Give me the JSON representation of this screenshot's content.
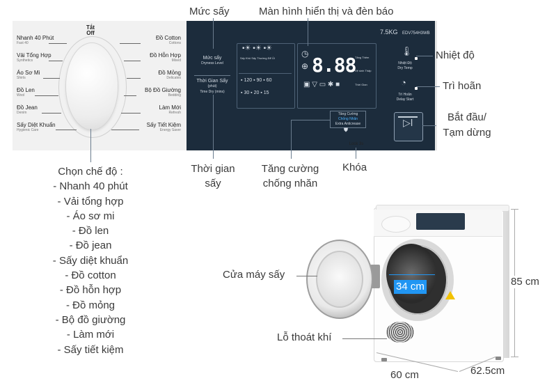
{
  "callouts": {
    "top_left": "Mức sấy",
    "top_right": "Màn hình hiển thị và đèn báo",
    "right_temp": "Nhiệt độ",
    "right_delay": "Trì hoãn",
    "right_start": "Bắt đầu/\nTạm dừng",
    "bottom_time": "Thời gian\nsấy",
    "bottom_anticrease": "Tăng cường\nchống nhăn",
    "bottom_lock": "Khóa"
  },
  "modes_heading": "Chọn chế độ :",
  "modes": [
    "- Nhanh 40 phút",
    "- Vải tổng hợp",
    "- Áo sơ mi",
    "- Đồ len",
    "- Đồ jean",
    "- Sấy diệt khuẩn",
    "- Đồ cotton",
    "- Đồ hỗn hợp",
    "- Đồ mỏng",
    "- Bộ đồ giường",
    "- Làm mới",
    "- Sấy tiết kiệm"
  ],
  "panel": {
    "off_label": "Tắt\nOff",
    "left_programs": [
      {
        "name": "Nhanh 40 Phút",
        "sub": "Fast 40"
      },
      {
        "name": "Vải Tổng Hợp",
        "sub": "Synthetics"
      },
      {
        "name": "Áo Sơ Mi",
        "sub": "Shirts"
      },
      {
        "name": "Đồ Len",
        "sub": "Wool"
      },
      {
        "name": "Đồ Jean",
        "sub": "Denim"
      },
      {
        "name": "Sấy Diệt Khuẩn",
        "sub": "Hygienic Care"
      }
    ],
    "right_programs": [
      {
        "name": "Đồ Cotton",
        "sub": "Cottons"
      },
      {
        "name": "Đồ Hỗn Hợp",
        "sub": "Mixed"
      },
      {
        "name": "Đồ Mỏng",
        "sub": "Delicates"
      },
      {
        "name": "Bộ Đồ Giường",
        "sub": "Bedding"
      },
      {
        "name": "Làm Mới",
        "sub": "Refresh"
      },
      {
        "name": "Sấy Tiết Kiệm",
        "sub": "Energy Saver"
      }
    ],
    "capacity": "7.5KG",
    "model": "EDV754H3WB",
    "dry_level_label": "Mức sấy",
    "dry_level_sub": "Dryness Level",
    "dry_time_label": "Thời Gian Sấy",
    "dry_time_sub1": "(phút)",
    "dry_time_sub2": "Time Dry (mins)",
    "dry_levels": [
      "Sấy Khô",
      "Sấy Thường",
      "Để Ủi"
    ],
    "times_row1": [
      "120",
      "90",
      "60"
    ],
    "times_row2": [
      "30",
      "20",
      "15"
    ],
    "display_digits": "8.88",
    "display_right": [
      "Tăng Thêm",
      "Vệ sinh Thấp",
      "Thời Gian"
    ],
    "temp_label": "Nhiệt Độ",
    "temp_sub": "Dry Temp",
    "delay_label": "Trì Hoãn",
    "delay_sub": "Delay Start",
    "anticrease_label": "Tăng Cường",
    "anticrease_label2": "Chống Nhăn",
    "anticrease_sub": "Extra Anticrease",
    "lock_label": "Lock 3s"
  },
  "dryer": {
    "door_label": "Cửa máy sấy",
    "vent_label": "Lỗ thoát khí",
    "drum_diameter": "34 cm",
    "height": "85 cm",
    "width": "60 cm",
    "depth": "62.5cm"
  },
  "colors": {
    "panel_dark": "#1c2c3c",
    "accent": "#2196f3",
    "warning": "#f2c200"
  }
}
